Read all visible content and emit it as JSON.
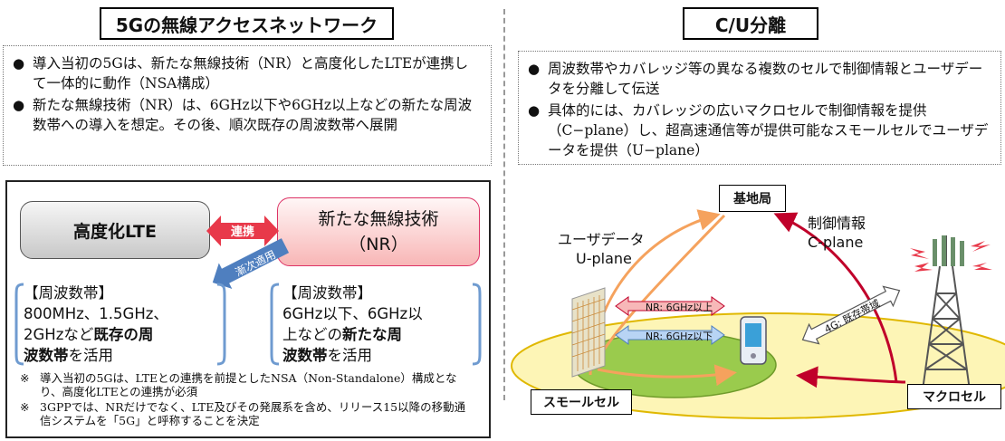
{
  "left": {
    "title": "5Gの無線アクセスネットワーク",
    "bullets": [
      "導入当初の5Gは、新たな無線技術（NR）と高度化したLTEが連携して一体的に動作（NSA構成）",
      "新たな無線技術（NR）は、6GHz以下や6GHz以上などの新たな周波数帯への導入を想定。その後、順次既存の周波数帯へ展開"
    ],
    "bullet_symbol": "●",
    "lte_label": "高度化LTE",
    "nr_label_line1": "新たな無線技術",
    "nr_label_line2": "（NR）",
    "link_label": "連携",
    "gradual_label": "漸次適用",
    "freq_left": {
      "title": "【周波数帯】",
      "line1": "800MHz、1.5GHz、",
      "line2_plain": "2GHzなど",
      "line2_bold": "既存の周",
      "line3_bold": "波数帯",
      "line3_plain": "を活用"
    },
    "freq_right": {
      "title": "【周波数帯】",
      "line1": "6GHz以下、6GHz以",
      "line2_plain": "上などの",
      "line2_bold": "新たな周",
      "line3_bold": "波数帯",
      "line3_plain": "を活用"
    },
    "note_mark": "※",
    "notes": [
      "導入当初の5Gは、LTEとの連携を前提としたNSA（Non-Standalone）構成となり、高度化LTEとの連携が必須",
      "3GPPでは、NRだけでなく、LTE及びその発展系を含め、リリース15以降の移動通信システムを「5G」と呼称することを決定"
    ]
  },
  "right": {
    "title": "C/U分離",
    "bullets": [
      "周波数帯やカバレッジ等の異なる複数のセルで制御情報とユーザデータを分離して伝送",
      "具体的には、カバレッジの広いマクロセルで制御情報を提供（C−plane）し、超高速通信等が提供可能なスモールセルでユーザデータを提供（U−plane）"
    ],
    "base_station": "基地局",
    "user_data_line1": "ユーザデータ",
    "user_data_line2": "U-plane",
    "control_line1": "制御情報",
    "control_line2": "C-plane",
    "nr_up": "NR: 6GHz以上",
    "nr_down": "NR: 6GHz以下",
    "lte_existing": "4G: 既存帯域",
    "small_cell": "スモールセル",
    "macro_cell": "マクロセル"
  },
  "colors": {
    "orange_arrow": "#f5a25d",
    "red_arrow": "#c0002a",
    "link_red": "#e8394a",
    "gradual_blue": "#4f7fbf",
    "small_cell_green": "#9acb4d",
    "macro_yellow": "#fdf5b6",
    "bracket_blue": "#6f9bd0",
    "nr_pink": "#f7b8b8"
  }
}
